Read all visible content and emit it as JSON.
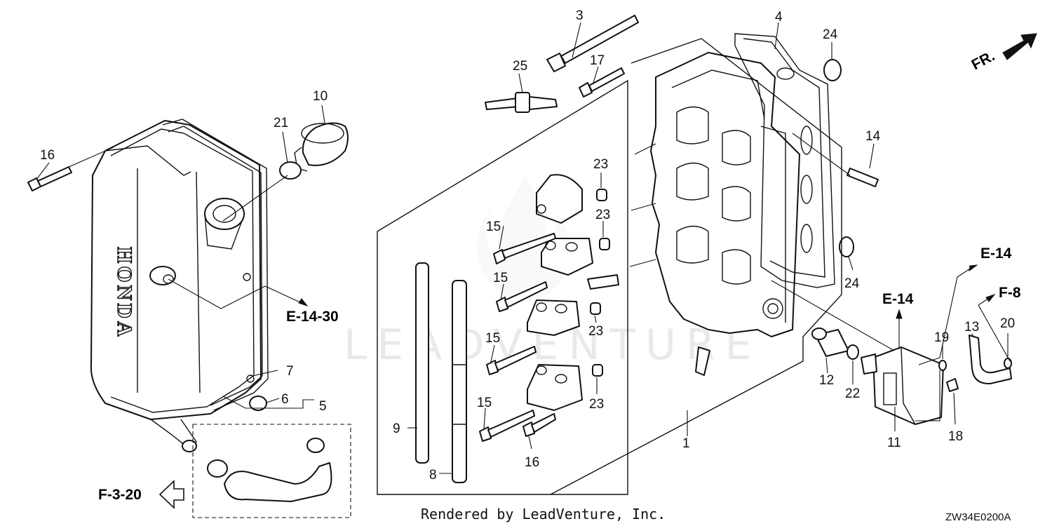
{
  "watermark": "LEADVENTURE",
  "footer": {
    "credit": "Rendered by LeadVenture, Inc.",
    "diagram_code": "ZW34E0200A"
  },
  "direction_marker": {
    "label": "FR."
  },
  "references": {
    "e14_30": "E-14-30",
    "f3_20": "F-3-20",
    "e14_a": "E-14",
    "e14_b": "E-14",
    "f8": "F-8"
  },
  "callouts": {
    "c1": "1",
    "c3": "3",
    "c4": "4",
    "c5": "5",
    "c6": "6",
    "c7": "7",
    "c8": "8",
    "c9": "9",
    "c10": "10",
    "c11": "11",
    "c12": "12",
    "c13": "13",
    "c14": "14",
    "c15a": "15",
    "c15b": "15",
    "c15c": "15",
    "c15d": "15",
    "c16a": "16",
    "c16b": "16",
    "c17": "17",
    "c18": "18",
    "c19": "19",
    "c20": "20",
    "c21": "21",
    "c22": "22",
    "c23a": "23",
    "c23b": "23",
    "c23c": "23",
    "c23d": "23",
    "c24a": "24",
    "c24b": "24",
    "c25": "25"
  },
  "icons": {
    "cover_logo": "HONDA wordmark (embossed on cylinder head cover)",
    "direction_arrow": "arrow-icon",
    "reference_arrow": "hollow-arrow-icon"
  }
}
